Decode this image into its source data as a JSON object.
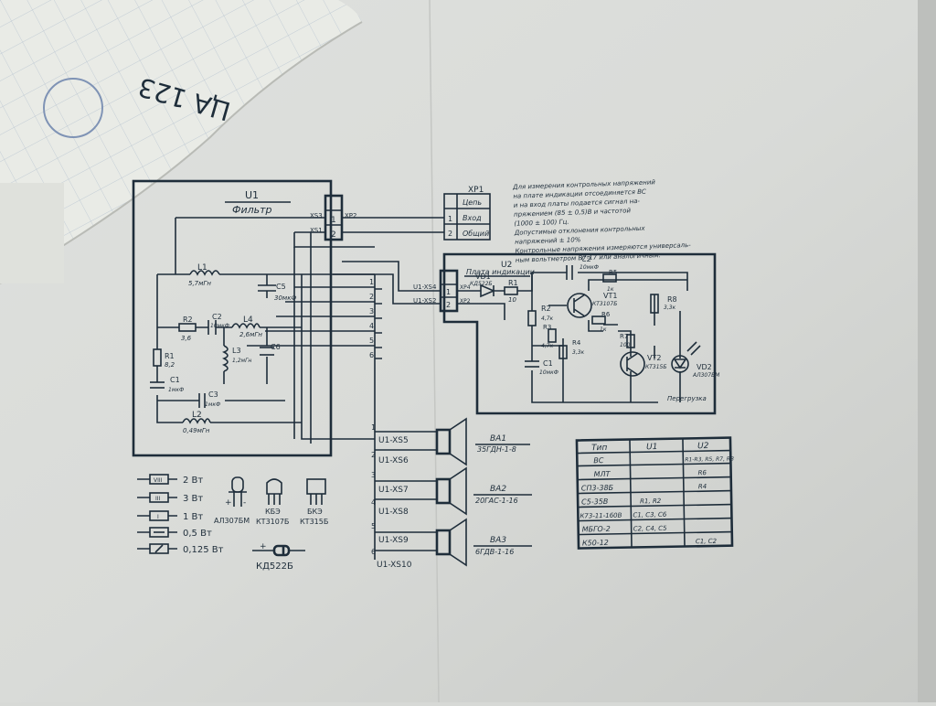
{
  "stamp": {
    "code": "ЦА 123"
  },
  "u1": {
    "ref": "U1",
    "name": "Фильтр",
    "conn_xs3": "XS3",
    "conn_xs1": "XS1",
    "conn_xp2": "XP2",
    "pins": [
      "1",
      "2"
    ],
    "out_pins": [
      "1",
      "2",
      "3",
      "4",
      "5",
      "6"
    ],
    "components": {
      "L1": {
        "ref": "L1",
        "value": "5,7мГн"
      },
      "C5": {
        "ref": "C5",
        "value": "30мкФ"
      },
      "R2": {
        "ref": "R2",
        "value": "3,6"
      },
      "C2": {
        "ref": "C2",
        "value": "10мкФ"
      },
      "L4": {
        "ref": "L4",
        "value": "2,6мГн"
      },
      "L3": {
        "ref": "L3",
        "value": "1,2мГн"
      },
      "C6": {
        "ref": "C6",
        "value": ""
      },
      "R1": {
        "ref": "R1",
        "value": "8,2"
      },
      "C1": {
        "ref": "C1",
        "value": "1мкФ"
      },
      "C3": {
        "ref": "C3",
        "value": "1мкФ"
      },
      "L2": {
        "ref": "L2",
        "value": "0,49мГн"
      }
    }
  },
  "xp1": {
    "ref": "XP1",
    "rows": [
      {
        "pin": "",
        "label": "Цепь"
      },
      {
        "pin": "1",
        "label": "Вход"
      },
      {
        "pin": "2",
        "label": "Общий"
      }
    ]
  },
  "note": [
    "Для измерения контрольных напряжений",
    "на плате индикации отсоединяется ВС",
    "и на вход платы подается сигнал на-",
    "пряжением (85 ± 0,5)В и частотой",
    "(1000 ± 100) Гц.",
    "Допустимые отклонения контрольных",
    "напряжений ± 10%",
    "Контрольные напряжения измеряются универсаль-",
    "ным вольтметром В7-17 или аналогичным."
  ],
  "u2": {
    "ref": "U2",
    "name": "Плата индикации",
    "conn_xs4": "U1-XS4",
    "conn_xs2": "U1-XS2",
    "xp4": "XP4",
    "xp2": "XP2",
    "pins": [
      "1",
      "2"
    ],
    "components": {
      "VD1": {
        "ref": "VD1",
        "value": "КД522Б"
      },
      "R1": {
        "ref": "R1",
        "value": "10"
      },
      "C2": {
        "ref": "C2",
        "value": "10мкФ"
      },
      "R2": {
        "ref": "R2",
        "value": "4,7к"
      },
      "R3": {
        "ref": "R3",
        "value": "4,7к"
      },
      "R4": {
        "ref": "R4",
        "value": "3,3к"
      },
      "R5": {
        "ref": "R5",
        "value": "1к"
      },
      "R6": {
        "ref": "R6",
        "value": "1к"
      },
      "R7": {
        "ref": "R7",
        "value": "100"
      },
      "R8": {
        "ref": "R8",
        "value": "3,3к"
      },
      "VT1": {
        "ref": "VT1",
        "value": "КТ3107Б"
      },
      "VT2": {
        "ref": "VT2",
        "value": "КТ315Б"
      },
      "C1": {
        "ref": "C1",
        "value": "10мкФ"
      },
      "VD2": {
        "ref": "VD2",
        "value": "АЛ307БМ"
      }
    },
    "status": "Перегрузка"
  },
  "speakers": [
    {
      "conn_a": "U1-XS5",
      "conn_b": "U1-XS6",
      "pin_a": "1",
      "pin_b": "2",
      "ref": "ВА1",
      "model": "35ГДН-1-8"
    },
    {
      "conn_a": "U1-XS7",
      "conn_b": "U1-XS8",
      "pin_a": "3",
      "pin_b": "4",
      "ref": "ВА2",
      "model": "20ГАС-1-16"
    },
    {
      "conn_a": "U1-XS9",
      "conn_b": "U1-XS10",
      "pin_a": "5",
      "pin_b": "6",
      "ref": "ВА3",
      "model": "6ГДВ-1-16"
    }
  ],
  "legend": {
    "power": [
      "2 Вт",
      "3 Вт",
      "1 Вт",
      "0,5 Вт",
      "0,125 Вт"
    ],
    "parts": [
      {
        "lines": [
          "АЛ307БМ"
        ]
      },
      {
        "lines": [
          "КБЭ",
          "КТ3107Б"
        ]
      },
      {
        "lines": [
          "БКЭ",
          "КТ315Б"
        ]
      }
    ],
    "diode": "КД522Б"
  },
  "bom": {
    "headers": [
      "Тип",
      "U1",
      "U2"
    ],
    "rows": [
      [
        "ВС",
        "",
        "R1-R3, R5, R7, R8"
      ],
      [
        "МЛТ",
        "",
        "R6"
      ],
      [
        "СП3-38Б",
        "",
        "R4"
      ],
      [
        "С5-35В",
        "R1, R2",
        ""
      ],
      [
        "К73-11-160В",
        "C1, C3, C6",
        ""
      ],
      [
        "МБГО-2",
        "C2, C4, C5",
        ""
      ],
      [
        "К50-12",
        "",
        "C1, C2"
      ]
    ]
  }
}
